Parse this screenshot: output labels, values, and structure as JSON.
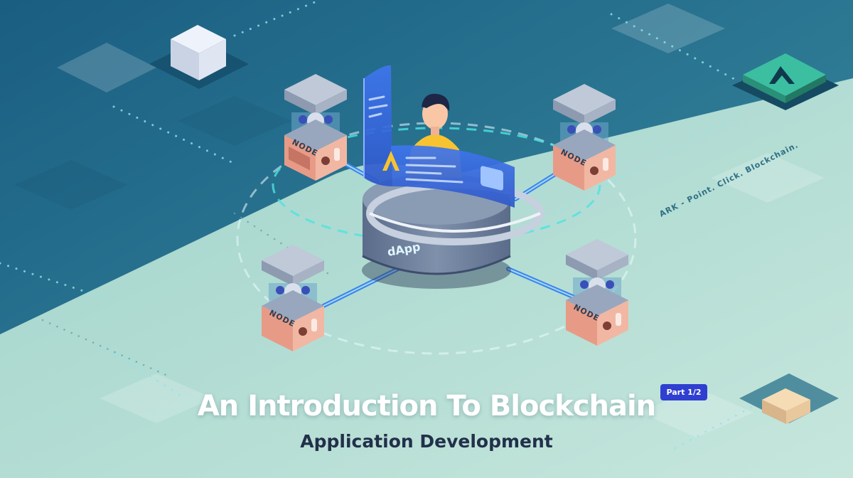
{
  "banner": {
    "title": "An Introduction To Blockchain",
    "subtitle": "Application Development",
    "badge": "Part 1/2",
    "tagline": "ARK - Point. Click. Blockchain.",
    "center_label": "dApp",
    "node_label": "NODE",
    "icons": [
      "ark-logo-icon",
      "node-server-icon",
      "person-avatar",
      "cube-icon"
    ]
  },
  "colors": {
    "accent": "#2f3fd0",
    "teal_dark": "#1f6e8e",
    "mint": "#b5dfd4",
    "node_body": "#e79b86",
    "screen_blue": "#3d6fe6",
    "shirt_yellow": "#f7c331"
  }
}
